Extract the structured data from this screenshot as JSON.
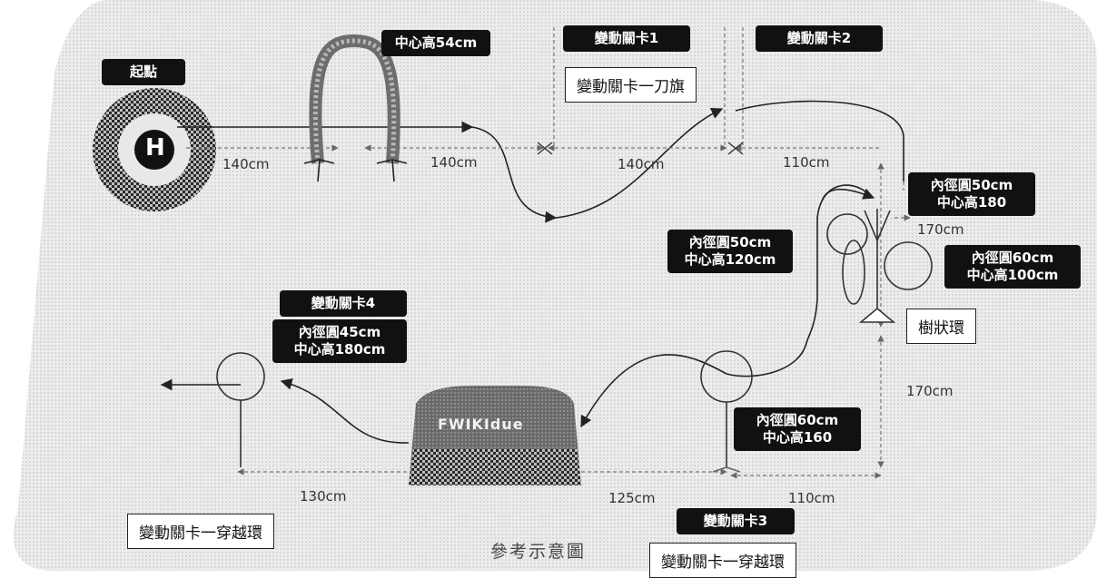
{
  "labels": {
    "start": "起點",
    "hoop_height": "中心高54cm",
    "var1": "變動關卡1",
    "var2": "變動關卡2",
    "var3": "變動關卡3",
    "var4": "變動關卡4",
    "ring_tr_1": "內徑圓50cm",
    "ring_tr_2": "中心高180",
    "ring_ml_1": "內徑圓50cm",
    "ring_ml_2": "中心高120cm",
    "ring_r_1": "內徑圓60cm",
    "ring_r_2": "中心高100cm",
    "ring4_1": "內徑圓45cm",
    "ring4_2": "中心高180cm",
    "ring3_1": "內徑圓60cm",
    "ring3_2": "中心高160"
  },
  "boxes": {
    "var1_desc": "變動關卡一刀旗",
    "tree": "樹狀環",
    "var4_desc": "變動關卡一穿越環",
    "var3_desc": "變動關卡一穿越環"
  },
  "dimensions": {
    "d1": "140cm",
    "d2": "140cm",
    "d3": "140cm",
    "d4": "110cm",
    "d5": "170cm",
    "d6": "170cm",
    "d7": "130cm",
    "d8": "125cm",
    "d9": "110cm"
  },
  "start_letter": "H",
  "tunnel_text": "FWIKIdue",
  "title": "參考示意圖",
  "colors": {
    "label_bg": "#111111",
    "label_text": "#ffffff",
    "path": "#222222",
    "dashed_line": "#8a8a8a",
    "board_edge": "#cfcfcf"
  }
}
